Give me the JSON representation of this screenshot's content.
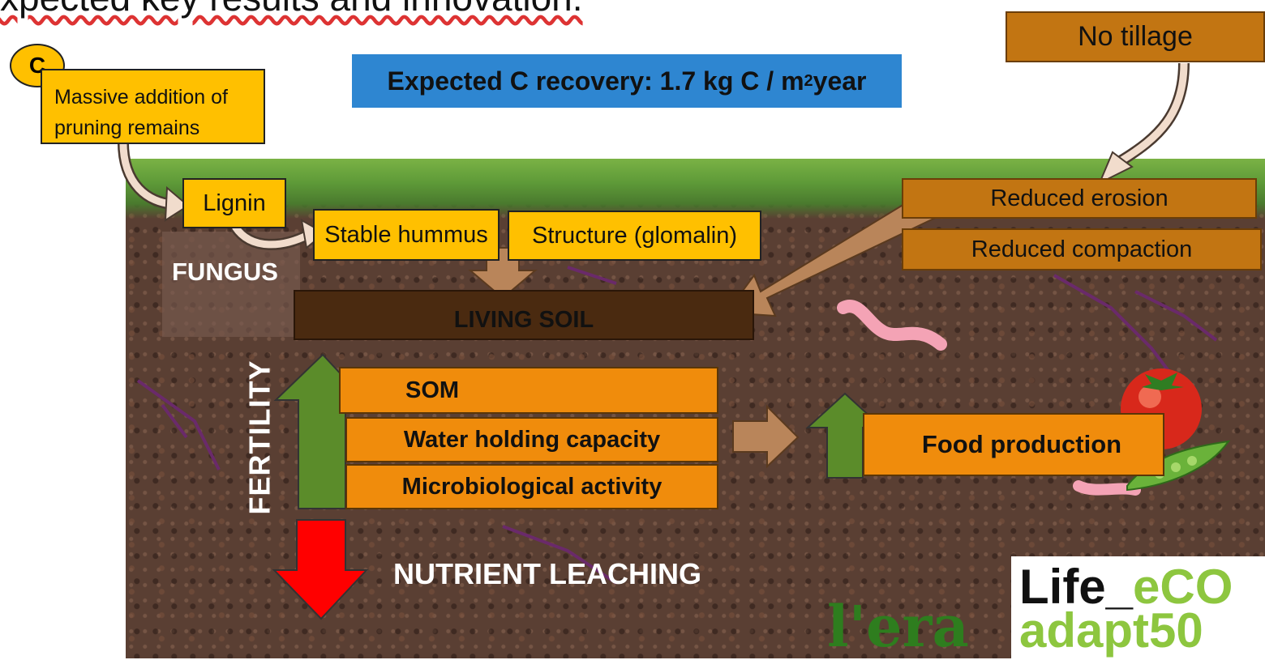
{
  "heading": "xpected key results and innovation:",
  "badge": "C",
  "pruning": "Massive addition of pruning remains",
  "recovery": {
    "prefix": "Expected C recovery: 1.7 kg C / m",
    "sup": "2",
    "suffix": " year"
  },
  "no_tillage": "No tillage",
  "lignin": "Lignin",
  "stable_humus": "Stable hummus",
  "structure": "Structure (glomalin)",
  "reduced_erosion": "Reduced erosion",
  "reduced_compaction": "Reduced compaction",
  "fungus": "FUNGUS",
  "living_soil": "LIVING SOIL",
  "fertility": "FERTILITY",
  "fertility_items": [
    "SOM",
    "Water holding capacity",
    "Microbiological activity"
  ],
  "food_production": "Food production",
  "nutrient_leaching": "NUTRIENT LEACHING",
  "logo": {
    "part1": "Life_",
    "part2": "eCO",
    "part3": "adapt50"
  },
  "lera": "l'era",
  "colors": {
    "yellow": "#ffc000",
    "brown": "#c27512",
    "orange": "#f08c0c",
    "blue": "#2e86d1",
    "green": "#5b8c2a",
    "red": "#ff0000",
    "soil": "#5a3f33"
  }
}
